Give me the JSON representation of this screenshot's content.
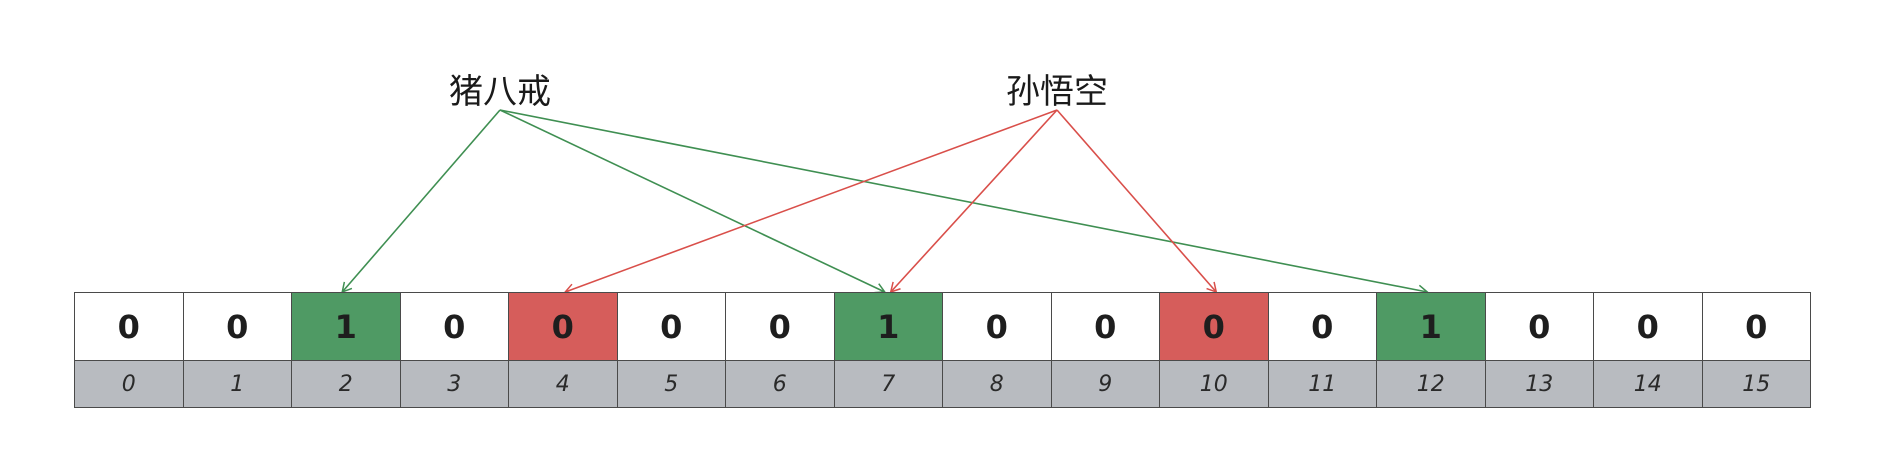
{
  "words": [
    {
      "label": "猪八戒",
      "color": "#3f8f52",
      "targets": [
        2,
        7,
        12
      ]
    },
    {
      "label": "孙悟空",
      "color": "#d94f4a",
      "targets": [
        4,
        7,
        10
      ]
    }
  ],
  "bits": [
    {
      "value": "0",
      "highlight": "none"
    },
    {
      "value": "0",
      "highlight": "none"
    },
    {
      "value": "1",
      "highlight": "green"
    },
    {
      "value": "0",
      "highlight": "none"
    },
    {
      "value": "0",
      "highlight": "red"
    },
    {
      "value": "0",
      "highlight": "none"
    },
    {
      "value": "0",
      "highlight": "none"
    },
    {
      "value": "1",
      "highlight": "green"
    },
    {
      "value": "0",
      "highlight": "none"
    },
    {
      "value": "0",
      "highlight": "none"
    },
    {
      "value": "0",
      "highlight": "red"
    },
    {
      "value": "0",
      "highlight": "none"
    },
    {
      "value": "1",
      "highlight": "green"
    },
    {
      "value": "0",
      "highlight": "none"
    },
    {
      "value": "0",
      "highlight": "none"
    },
    {
      "value": "0",
      "highlight": "none"
    }
  ],
  "indices": [
    "0",
    "1",
    "2",
    "3",
    "4",
    "5",
    "6",
    "7",
    "8",
    "9",
    "10",
    "11",
    "12",
    "13",
    "14",
    "15"
  ],
  "colors": {
    "green_cell": "#4f9a64",
    "red_cell": "#d65d5b",
    "index_bg": "#b8bbc0"
  }
}
